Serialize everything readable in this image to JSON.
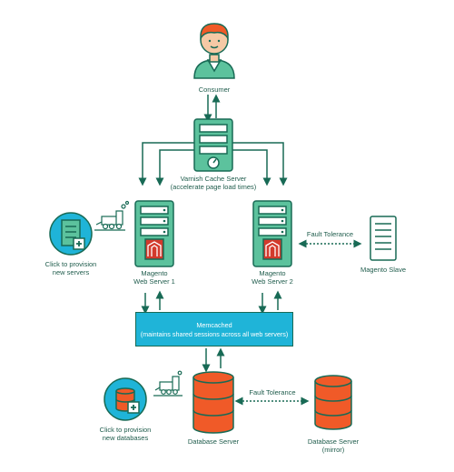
{
  "nodes": {
    "consumer": {
      "label": "Consumer"
    },
    "varnish": {
      "line1": "Varnish Cache Server",
      "line2": "(accelerate page load times)"
    },
    "web1": {
      "line1": "Magento",
      "line2": "Web Server 1"
    },
    "web2": {
      "line1": "Magento",
      "line2": "Web Server 2"
    },
    "slave": {
      "label": "Magento Slave"
    },
    "provision_servers": {
      "line1": "Click to provision",
      "line2": "new servers"
    },
    "memcached": {
      "line1": "Memcached",
      "line2": "(maintains shared sessions across all web servers)"
    },
    "db": {
      "label": "Database Server"
    },
    "db_mirror": {
      "line1": "Database Server",
      "line2": "(mirror)"
    },
    "provision_db": {
      "line1": "Click to provision",
      "line2": "new databases"
    }
  },
  "edges": {
    "fault_tolerance_web": "Fault Tolerance",
    "fault_tolerance_db": "Fault Tolerance"
  },
  "colors": {
    "line": "#186a55",
    "server_green": "#5cc29d",
    "server_red": "#d33a2c",
    "db_orange": "#f05a28",
    "accent_blue": "#1fb4d8",
    "teal_circle": "#1fb4d8"
  }
}
